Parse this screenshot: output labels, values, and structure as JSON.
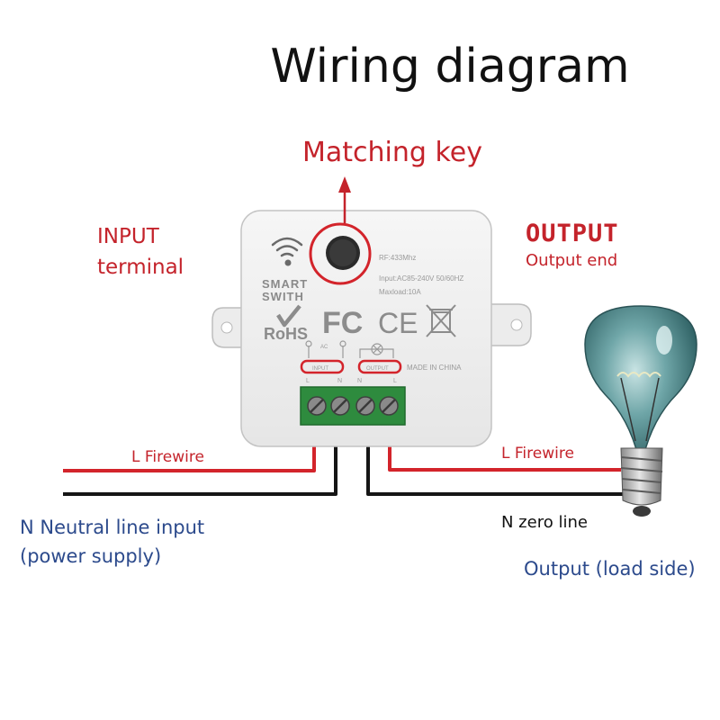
{
  "title": "Wiring diagram",
  "matching_key": "Matching key",
  "input": {
    "line1": "INPUT",
    "line2": "terminal"
  },
  "output": {
    "title": "OUTPUT",
    "subtitle": "Output end"
  },
  "wires": {
    "l_firewire_left": "L Firewire",
    "l_firewire_right": "L Firewire",
    "neutral_line1": "N Neutral line input",
    "neutral_line2": "(power supply)",
    "n_zero": "N zero line",
    "output_load": "Output (load side)"
  },
  "device": {
    "brand_line1": "SMART",
    "brand_line2": "SWITH",
    "spec_rf": "RF:433Mhz",
    "spec_input": "Input:AC85-240V 50/60HZ",
    "spec_load": "Maxload:10A",
    "rohs": "RoHS",
    "fc": "FC",
    "ce": "CE",
    "made_in": "MADE IN CHINA",
    "ac_label": "AC",
    "input_box": "INPUT",
    "output_box": "OUTPUT",
    "term_l1": "L",
    "term_n1": "N",
    "term_n2": "N",
    "term_l2": "L"
  },
  "colors": {
    "accent_red": "#c4232b",
    "label_blue": "#2c4a8c",
    "device_body": "#f2f2f2",
    "terminal_green": "#2e8b3e"
  },
  "icons": [
    "wifi-icon",
    "arrow-up-icon",
    "rohs-check-icon",
    "bin-crossed-icon",
    "lamp-symbol-icon",
    "light-bulb-icon"
  ]
}
